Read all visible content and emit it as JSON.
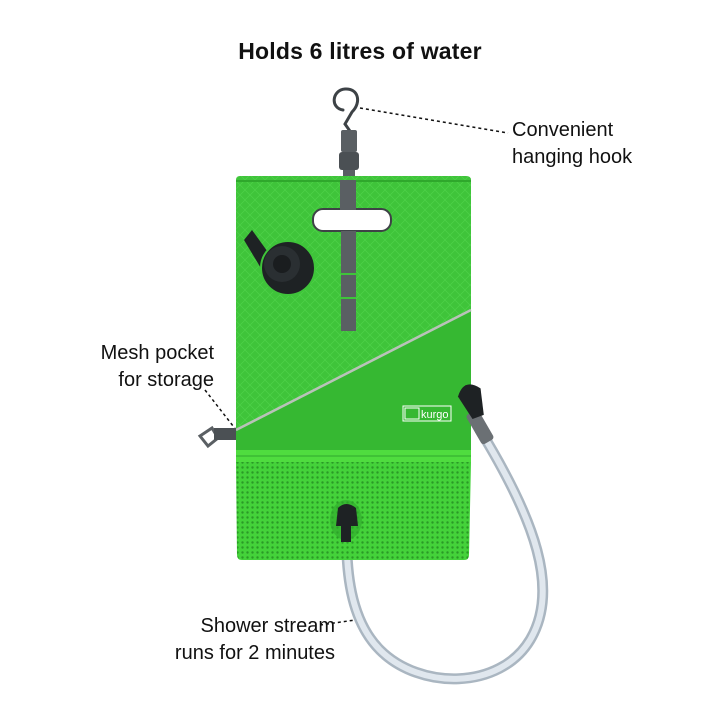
{
  "title": "Holds 6 litres of water",
  "callouts": {
    "hook": {
      "line1": "Convenient",
      "line2": "hanging hook"
    },
    "mesh": {
      "line1": "Mesh pocket",
      "line2": "for storage"
    },
    "shower": {
      "line1": "Shower stream",
      "line2": "runs for 2 minutes"
    }
  },
  "product": {
    "brand_logo": "kurgo",
    "colors": {
      "body_green": "#3fc43a",
      "body_green_dark": "#2fa82c",
      "lower_panel_green": "#36b832",
      "mesh_green": "#44d23a",
      "strap_gray": "#5a5f63",
      "cap_black": "#1e2224",
      "tube": "#c9d3dc",
      "reflective_stripe": "#b9c2b9"
    }
  },
  "icons": {
    "hook": "hanging-hook-icon",
    "cap": "fill-cap-icon",
    "nozzle": "shower-nozzle-icon",
    "valve": "valve-icon",
    "logo": "kurgo-logo-icon"
  }
}
